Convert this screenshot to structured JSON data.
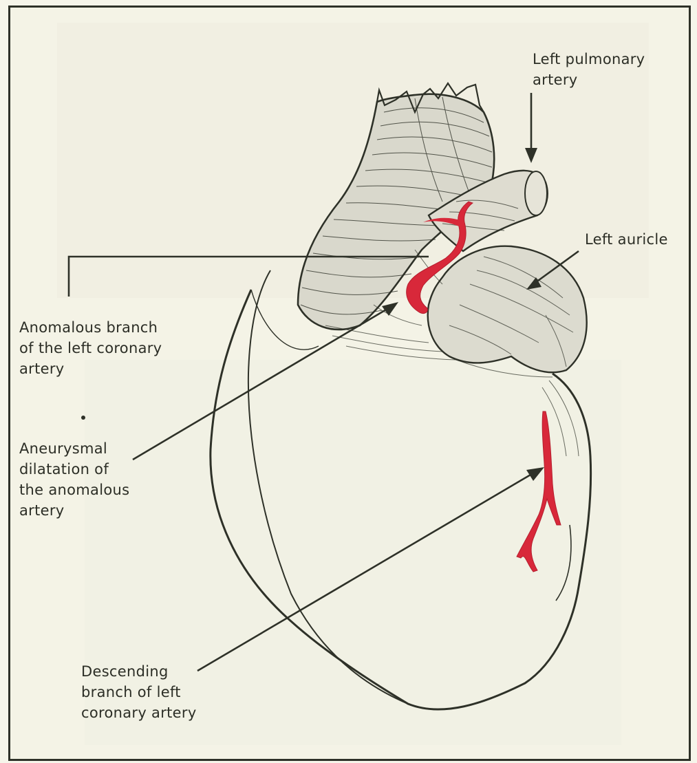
{
  "labels": {
    "left_pulmonary_artery": "Left pulmonary\nartery",
    "left_auricle": "Left auricle",
    "anomalous_branch": "Anomalous branch\nof the left coronary\nartery",
    "aneurysmal_dilatation": "Aneurysmal\ndilatation of\nthe anomalous\nartery",
    "descending_branch": "Descending\nbranch of left\ncoronary artery"
  },
  "colors": {
    "paper": "#f4f3e6",
    "ink": "#2e3128",
    "artery_red": "#d8283a"
  }
}
